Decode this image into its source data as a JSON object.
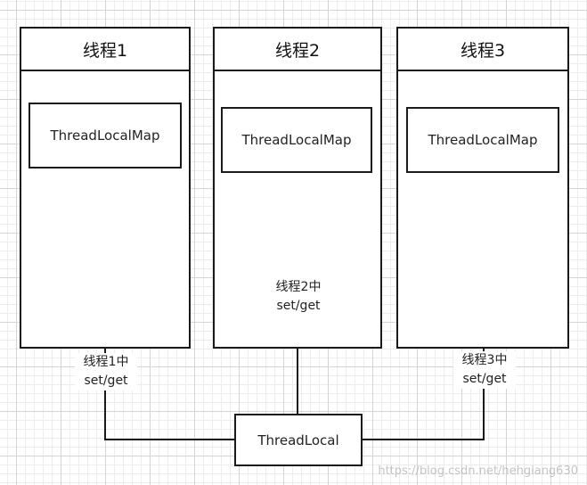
{
  "threads": [
    {
      "title": "线程1",
      "map_label": "ThreadLocalMap",
      "edge_label_line1": "线程1中",
      "edge_label_line2": "set/get"
    },
    {
      "title": "线程2",
      "map_label": "ThreadLocalMap",
      "edge_label_line1": "线程2中",
      "edge_label_line2": "set/get"
    },
    {
      "title": "线程3",
      "map_label": "ThreadLocalMap",
      "edge_label_line1": "线程3中",
      "edge_label_line2": "set/get"
    }
  ],
  "threadlocal": {
    "label": "ThreadLocal"
  },
  "watermark": "https://blog.csdn.net/hehgiang630",
  "colors": {
    "stroke": "#1a1a1a",
    "grid": "#d4d4d4",
    "background": "#ffffff"
  }
}
